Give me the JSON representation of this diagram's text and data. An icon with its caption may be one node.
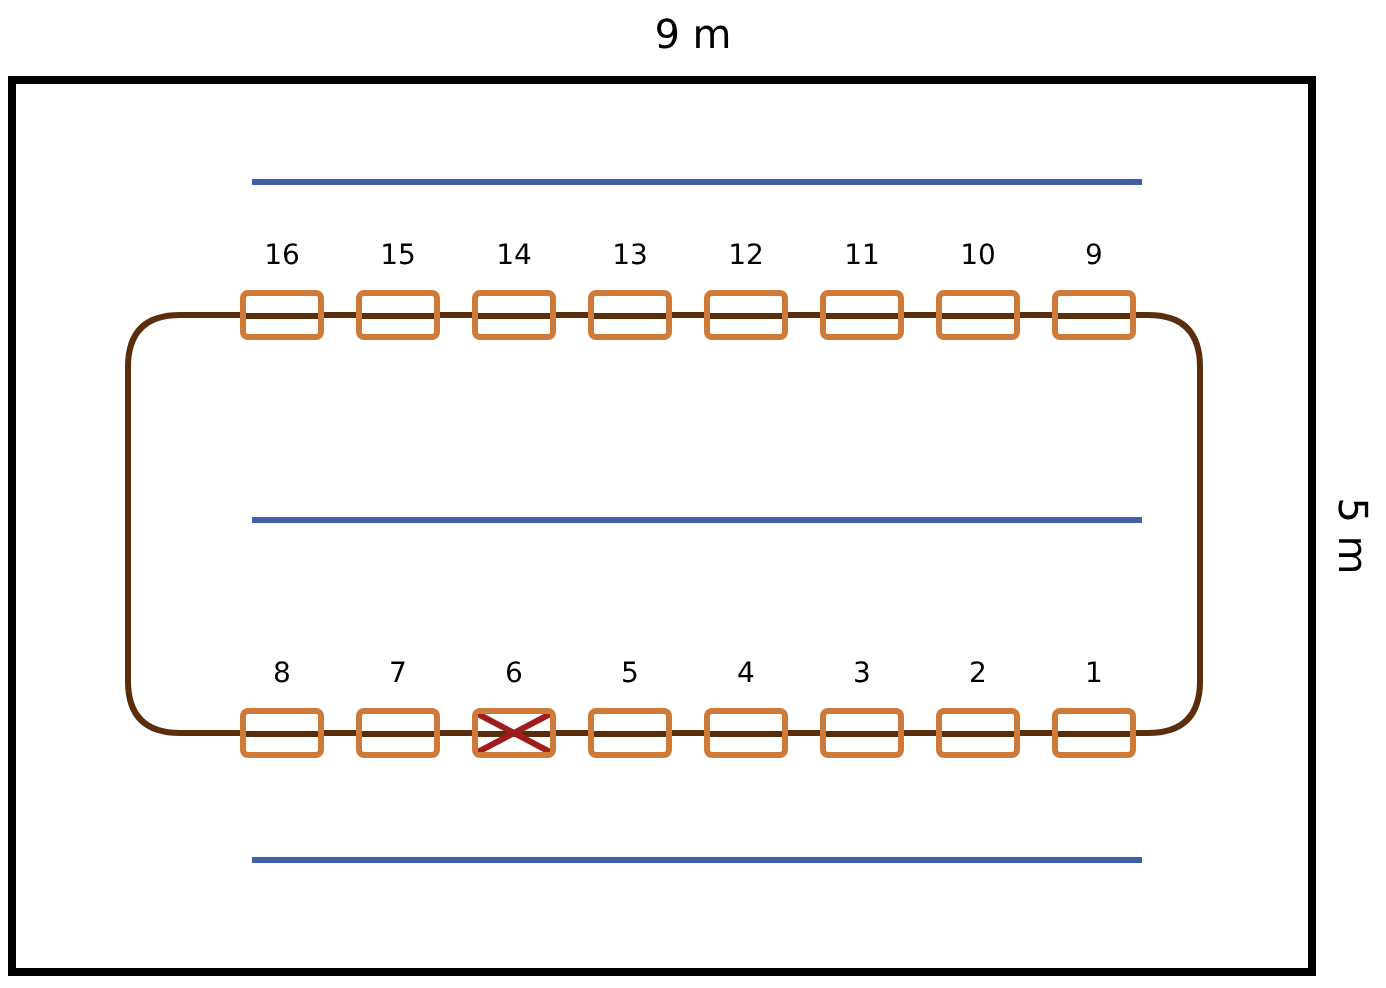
{
  "diagram": {
    "nodes": [
      {
        "text": [],
        "shape": "box"
      },
      {
        "text": [
          "16"
        ],
        "in": 0
      },
      {
        "text": [
          "15"
        ],
        "in": 0
      },
      {
        "text": [
          "14"
        ],
        "in": 0
      },
      {
        "text": [
          "13"
        ],
        "in": 0
      },
      {
        "text": [
          "12"
        ],
        "in": 0
      },
      {
        "text": [
          "11"
        ],
        "in": 0
      },
      {
        "text": [
          "10"
        ],
        "in": 0
      },
      {
        "text": [
          "9"
        ],
        "in": 0
      },
      {
        "text": [
          "8"
        ],
        "in": 0
      },
      {
        "text": [
          "7"
        ],
        "in": 0
      },
      {
        "text": [
          "6"
        ],
        "in": 0
      },
      {
        "text": [
          "5"
        ],
        "in": 0
      },
      {
        "text": [
          "4"
        ],
        "in": 0
      },
      {
        "text": [
          "3"
        ],
        "in": 0
      },
      {
        "text": [
          "2"
        ],
        "in": 0
      },
      {
        "text": [
          "1"
        ],
        "in": 0
      }
    ],
    "edges": [
      {
        "from": 16,
        "to": 15,
        "arrow": "none"
      },
      {
        "from": 15,
        "to": 14,
        "arrow": "none"
      },
      {
        "from": 14,
        "to": 13,
        "arrow": "none"
      },
      {
        "from": 13,
        "to": 12,
        "arrow": "none"
      },
      {
        "from": 12,
        "to": 11,
        "arrow": "none"
      },
      {
        "from": 11,
        "to": 10,
        "arrow": "none"
      },
      {
        "from": 10,
        "to": 9,
        "arrow": "none"
      },
      {
        "from": 9,
        "to": 1,
        "arrow": "none"
      },
      {
        "from": 1,
        "to": 2,
        "arrow": "none"
      },
      {
        "from": 2,
        "to": 3,
        "arrow": "none"
      },
      {
        "from": 3,
        "to": 4,
        "arrow": "none"
      },
      {
        "from": 4,
        "to": 5,
        "arrow": "none"
      },
      {
        "from": 5,
        "to": 6,
        "arrow": "none"
      },
      {
        "from": 6,
        "to": 7,
        "arrow": "none"
      },
      {
        "from": 7,
        "to": 8,
        "arrow": "none"
      },
      {
        "from": 8,
        "to": 16,
        "arrow": "none"
      }
    ],
    "labels": [
      "9 m",
      "5 m"
    ]
  }
}
